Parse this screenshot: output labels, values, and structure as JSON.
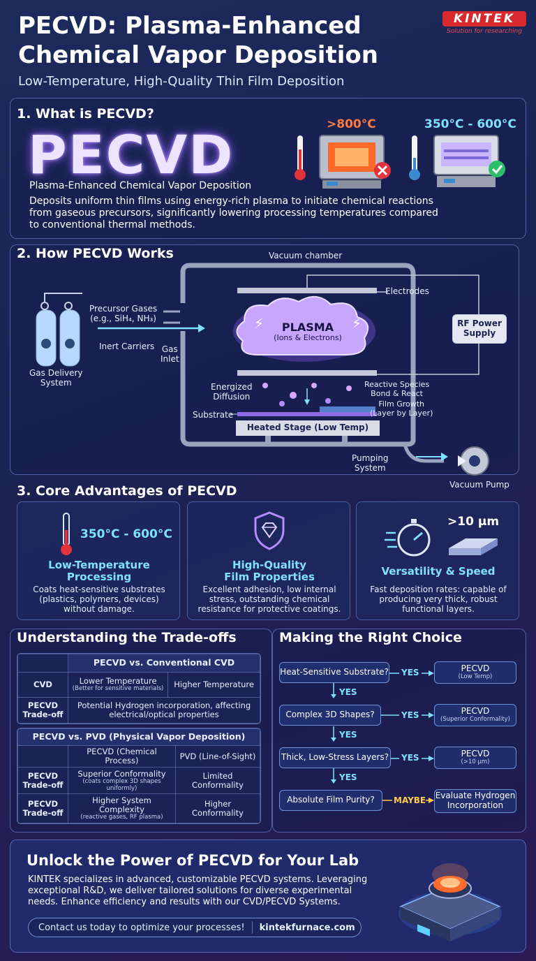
{
  "header": {
    "title_line1": "PECVD: Plasma-Enhanced",
    "title_line2": "Chemical Vapor Deposition",
    "subtitle": "Low-Temperature, High-Quality Thin Film Deposition",
    "logo_text": "KINTEK",
    "logo_tagline": "Solution for researching"
  },
  "what": {
    "heading": "1. What is PECVD?",
    "big_text": "PECVD",
    "expansion": "Plasma-Enhanced Chemical Vapor Deposition",
    "description": "Deposits uniform thin films using energy-rich plasma to initiate chemical reactions from gaseous precursors, significantly lowering processing temperatures compared to conventional thermal methods.",
    "temp_high": ">800°C",
    "temp_low": "350°C - 600°C"
  },
  "how": {
    "heading": "2. How PECVD Works",
    "vacuum_chamber": "Vacuum chamber",
    "electrodes": "Electrodes",
    "rf_line1": "RF Power",
    "rf_line2": "Supply",
    "precursor_line1": "Precursor Gases",
    "precursor_line2": "(e.g., SiH₄, NH₃)",
    "inert": "Inert Carriers",
    "gas_delivery_line1": "Gas Delivery",
    "gas_delivery_line2": "System",
    "gas_inlet_line1": "Gas",
    "gas_inlet_line2": "Inlet",
    "plasma": "PLASMA",
    "plasma_sub": "(Ions & Electrons)",
    "energized_line1": "Energized",
    "energized_line2": "Diffusion",
    "reactive_line1": "Reactive Species",
    "reactive_line2": "Bond & React",
    "film_line1": "Film Growth",
    "film_line2": "(Layer by Layer)",
    "substrate": "Substrate",
    "heated_stage": "Heated Stage (Low Temp)",
    "pumping_line1": "Pumping",
    "pumping_line2": "System",
    "vacuum_pump": "Vacuum Pump"
  },
  "advantages": {
    "heading": "3. Core Advantages of PECVD",
    "cards": [
      {
        "stat": "350°C - 600°C",
        "title_line1": "Low-Temperature",
        "title_line2": "Processing",
        "desc": "Coats heat-sensitive substrates (plastics, polymers, devices) without damage."
      },
      {
        "stat": "",
        "title_line1": "High-Quality",
        "title_line2": "Film Properties",
        "desc": "Excellent adhesion, low internal stress, outstanding chemical resistance for protective coatings."
      },
      {
        "stat": ">10 µm",
        "title_line1": "Versatility & Speed",
        "title_line2": "",
        "desc": "Fast deposition rates: capable of producing very thick, robust functional layers."
      }
    ]
  },
  "tradeoffs": {
    "heading": "Understanding the Trade-offs",
    "table1": {
      "header": "PECVD vs. Conventional CVD",
      "row1_label": "CVD",
      "row1_a": "Lower Temperature",
      "row1_a_sub": "(Better for sensitive materials)",
      "row1_b": "Higher Temperature",
      "row2_label_line1": "PECVD",
      "row2_label_line2": "Trade-off",
      "row2_text": "Potential Hydrogen incorporation, affecting electrical/optical properties"
    },
    "table2": {
      "header": "PECVD vs. PVD (Physical Vapor Deposition)",
      "col_a": "PECVD (Chemical Process)",
      "col_b": "PVD (Line-of-Sight)",
      "row1_label_line1": "PECVD",
      "row1_label_line2": "Trade-off",
      "row1_a": "Superior Conformality",
      "row1_a_sub": "(coats complex 3D shapes uniformly)",
      "row1_b": "Limited Conformality",
      "row2_label_line1": "PECVD",
      "row2_label_line2": "Trade-off",
      "row2_a": "Higher System Complexity",
      "row2_a_sub": "(reactive gases, RF plasma)",
      "row2_b": "Higher Conformality"
    }
  },
  "choice": {
    "heading": "Making the Right Choice",
    "q1": "Heat-Sensitive Substrate?",
    "q2": "Complex 3D Shapes?",
    "q3": "Thick, Low-Stress Layers?",
    "q4": "Absolute Film Purity?",
    "yes": "YES",
    "maybe": "MAYBE",
    "r1": "PECVD",
    "r1_sub": "(Low Temp)",
    "r2": "PECVD",
    "r2_sub": "(Superior Conformality)",
    "r3": "PECVD",
    "r3_sub": "(>10 µm)",
    "r4_line1": "Evaluate Hydrogen",
    "r4_line2": "Incorporation"
  },
  "cta": {
    "heading": "Unlock the Power of PECVD for Your Lab",
    "body": "KINTEK specializes in advanced, customizable PECVD systems. Leveraging exceptional R&D, we deliver tailored solutions for diverse experimental needs. Enhance efficiency and results with our CVD/PECVD Systems.",
    "button": "Contact us today to optimize your processes!",
    "url": "kintekfurnace.com"
  },
  "colors": {
    "accent": "#7fe0ff",
    "plasma": "#b98cff",
    "hot": "#ff7a3c",
    "red": "#e0333a",
    "green": "#2bbf6a",
    "background": "#1c2a5c"
  }
}
